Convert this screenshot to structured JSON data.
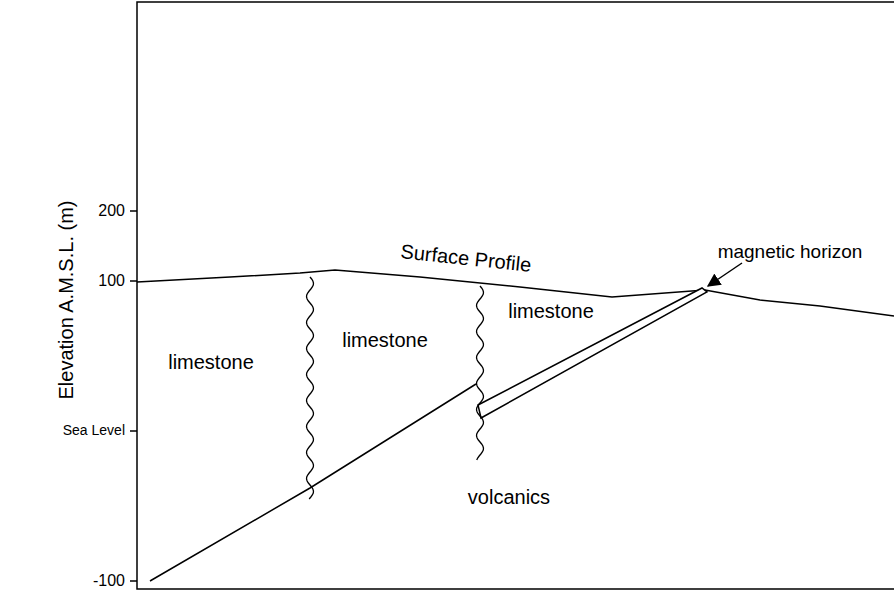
{
  "diagram": {
    "labels": [
      "Elevation A.M.S.L. (m)",
      "200",
      "100",
      "Sea Level",
      "-100",
      "Surface Profile",
      "magnetic horizon",
      "limestone",
      "limestone",
      "limestone",
      "volcanics"
    ]
  }
}
